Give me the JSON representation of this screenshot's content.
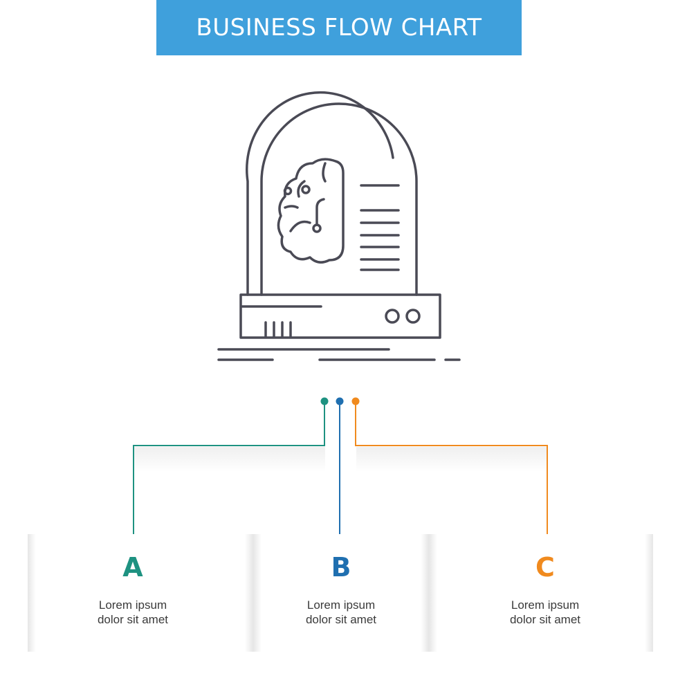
{
  "header": {
    "title": "BUSINESS FLOW CHART"
  },
  "icon": {
    "name": "ai-brain-server-icon"
  },
  "colors": {
    "banner": "#3fa0dc",
    "a": "#1e9281",
    "b": "#1f6fb0",
    "c": "#f08a1e",
    "outline": "#4a4a55"
  },
  "steps": [
    {
      "letter": "A",
      "line1": "Lorem ipsum",
      "line2": "dolor sit amet"
    },
    {
      "letter": "B",
      "line1": "Lorem ipsum",
      "line2": "dolor sit amet"
    },
    {
      "letter": "C",
      "line1": "Lorem ipsum",
      "line2": "dolor sit amet"
    }
  ]
}
